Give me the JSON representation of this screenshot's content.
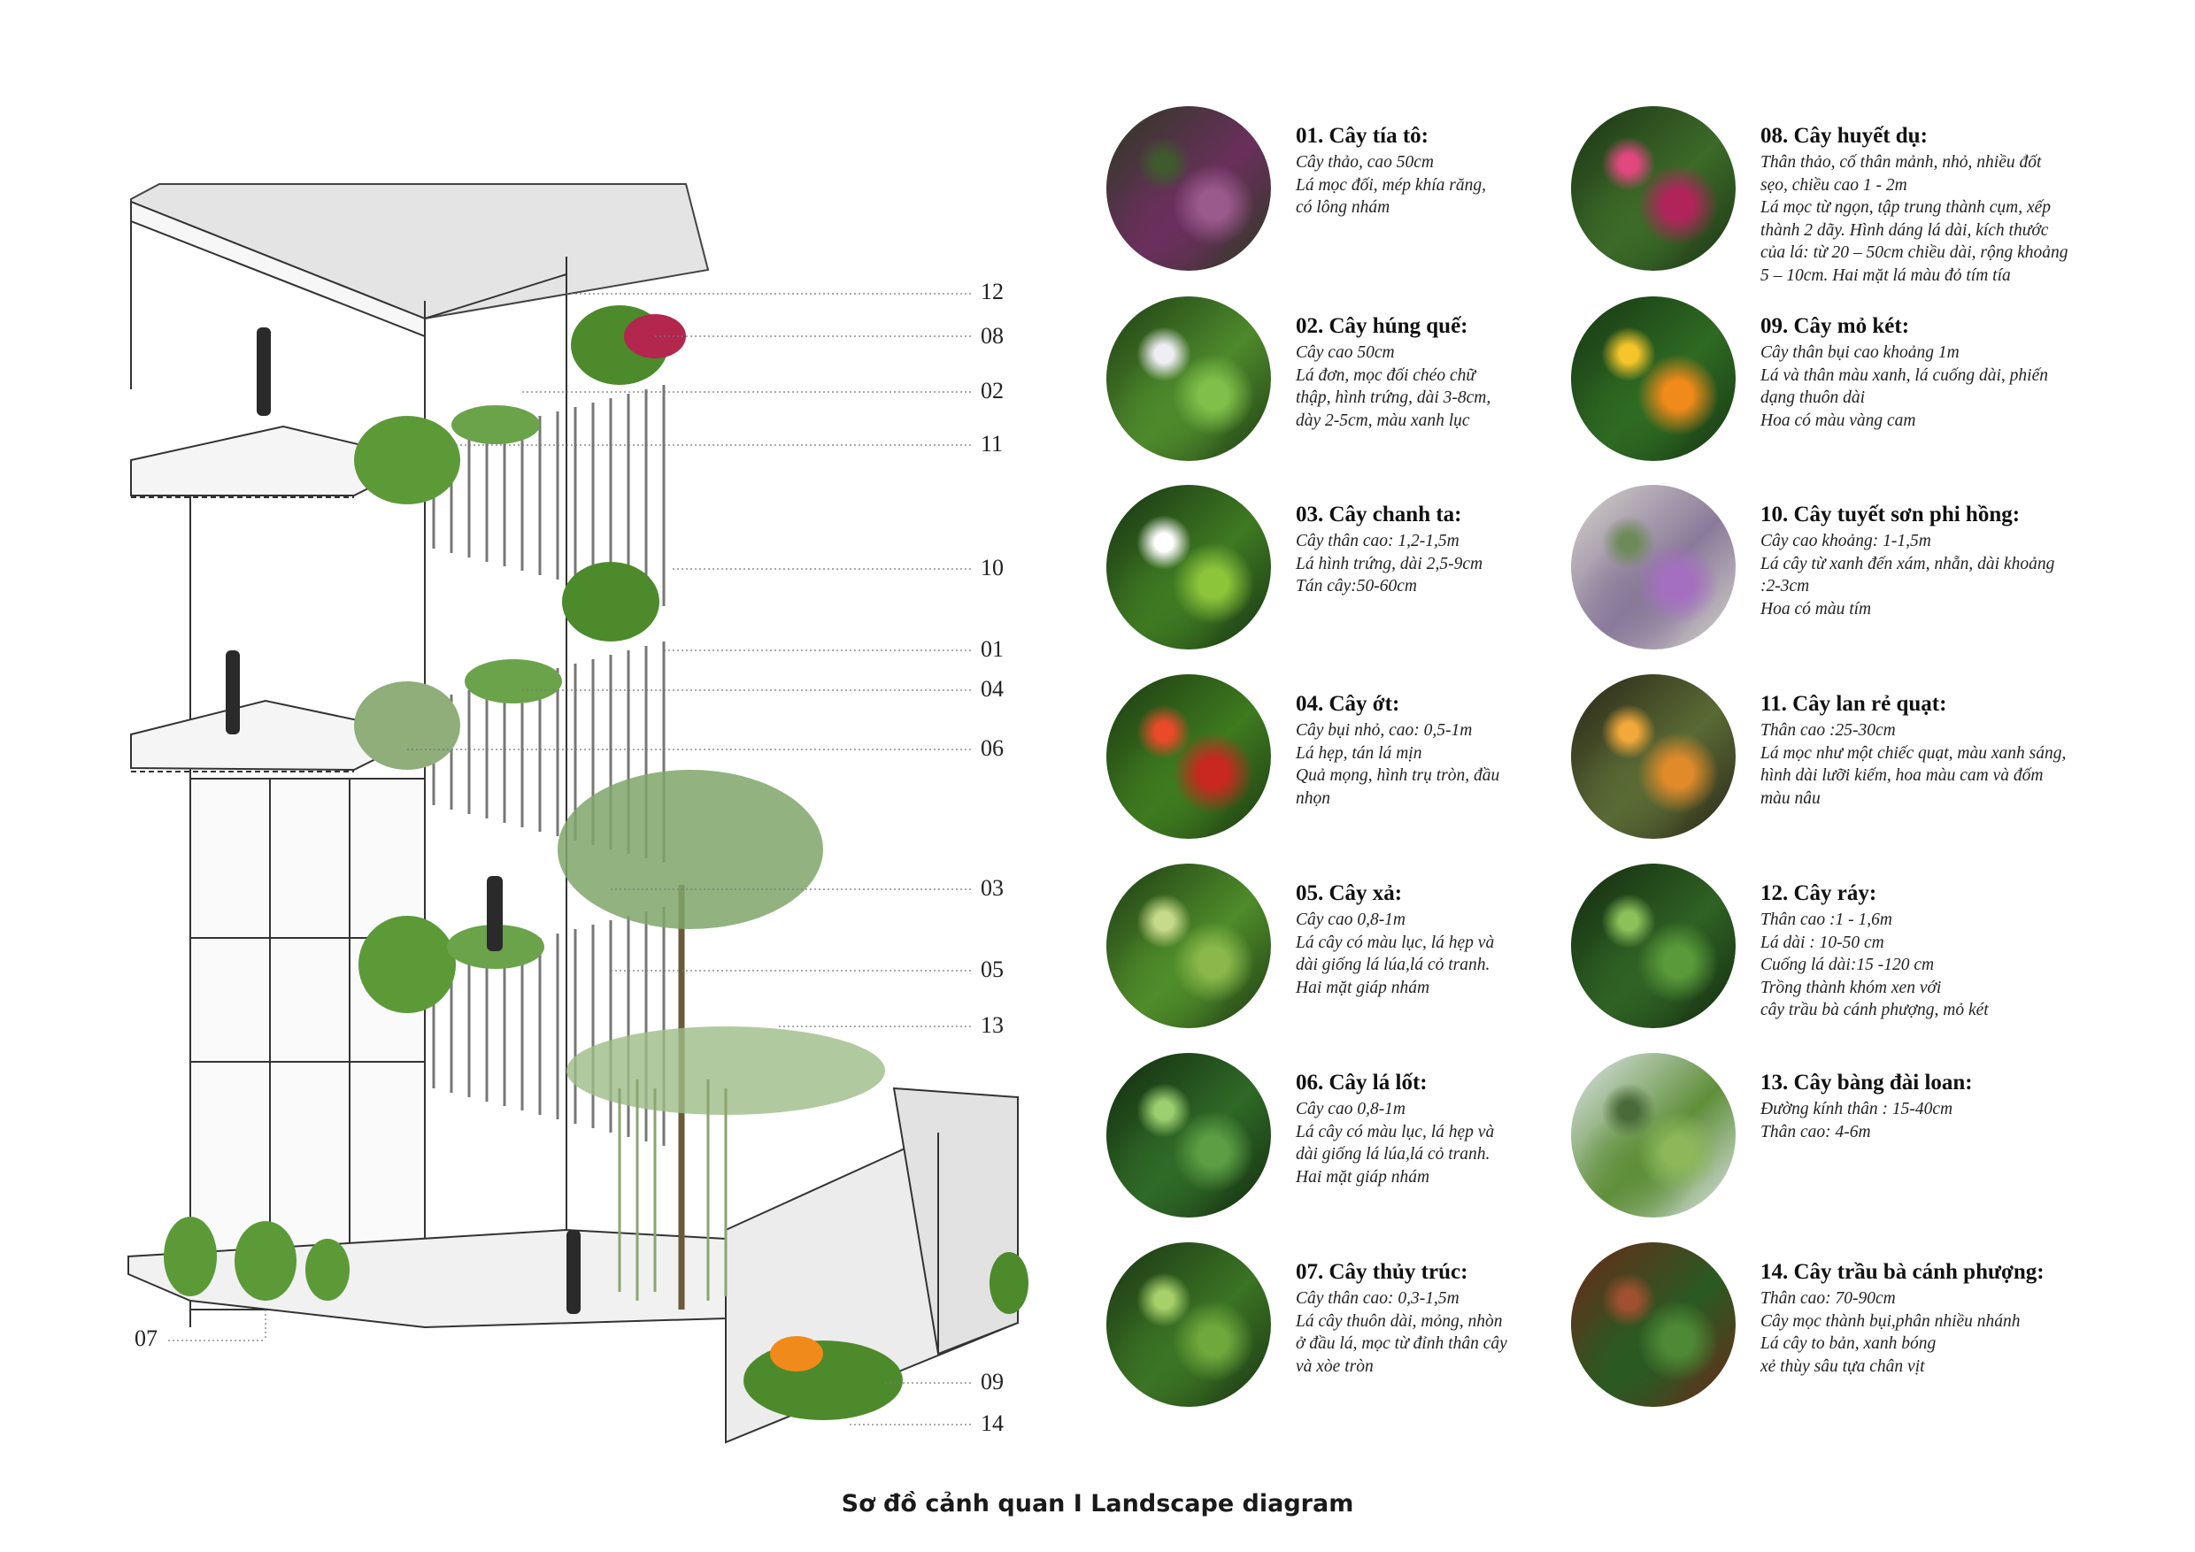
{
  "callouts": [
    "12",
    "08",
    "02",
    "11",
    "10",
    "01",
    "04",
    "06",
    "03",
    "05",
    "13",
    "07",
    "09",
    "14"
  ],
  "plants": [
    {
      "title": "01. Cây tía tô:",
      "lines": [
        "Cây thảo, cao 50cm",
        "Lá mọc đối, mép khía răng,",
        "có lông nhám"
      ],
      "photo": "purple-perilla",
      "colors": [
        "#2e3a24",
        "#6a2f5c",
        "#9a5a8c",
        "#3f5a2e"
      ]
    },
    {
      "title": "02. Cây húng quế:",
      "lines": [
        "Cây cao 50cm",
        "Lá đơn, mọc đối chéo chữ",
        "thập, hình trứng, dài 3-8cm,",
        "dày 2-5cm, màu xanh lục"
      ],
      "photo": "basil",
      "colors": [
        "#1f3d14",
        "#4e8a2c",
        "#7fbf4a",
        "#f0eef5"
      ]
    },
    {
      "title": "03. Cây chanh ta:",
      "lines": [
        "Cây thân cao: 1,2-1,5m",
        "Lá hình trứng, dài 2,5-9cm",
        "Tán cây:50-60cm"
      ],
      "photo": "lime",
      "colors": [
        "#173313",
        "#3f7a22",
        "#8cc43a",
        "#ffffff"
      ]
    },
    {
      "title": "04. Cây ớt:",
      "lines": [
        "Cây bụi nhỏ, cao: 0,5-1m",
        "Lá hẹp, tán lá mịn",
        "Quả mọng, hình trụ tròn, đầu",
        "nhọn"
      ],
      "photo": "chili",
      "colors": [
        "#1c3a12",
        "#3e7a1f",
        "#c8281e",
        "#e84a2a"
      ]
    },
    {
      "title": "05. Cây xả:",
      "lines": [
        "Cây cao 0,8-1m",
        "Lá cây có màu lục, lá hẹp và",
        "dài giống lá lúa,lá cỏ tranh.",
        "Hai mặt giáp nhám"
      ],
      "photo": "lemongrass",
      "colors": [
        "#1e3b14",
        "#4f8c2a",
        "#8ab84a",
        "#c7d98a"
      ]
    },
    {
      "title": "06. Cây lá lốt:",
      "lines": [
        "Cây cao 0,8-1m",
        "Lá cây có màu lục, lá hẹp và",
        "dài giống lá lúa,lá cỏ tranh.",
        "Hai mặt giáp nhám"
      ],
      "photo": "piper-lolot",
      "colors": [
        "#132a10",
        "#2f6a26",
        "#5d9e45",
        "#9ccf70"
      ]
    },
    {
      "title": "07. Cây thủy trúc:",
      "lines": [
        "Cây thân cao: 0,3-1,5m",
        "Lá cây thuôn dài, mỏng, nhòn",
        "ở đầu lá, mọc từ đỉnh thân cây",
        "và xòe tròn"
      ],
      "photo": "umbrella-papyrus",
      "colors": [
        "#1b3414",
        "#3b7424",
        "#6fa83c",
        "#a6d06a"
      ]
    },
    {
      "title": "08. Cây huyết dụ:",
      "lines": [
        "Thân thảo, cố thân mảnh, nhỏ, nhiều đốt",
        "sẹo, chiều cao  1 - 2m",
        "Lá mọc từ ngọn, tập trung thành cụm, xếp",
        "thành 2 dãy. Hình dáng lá dài, kích thước",
        "của lá: từ 20 – 50cm chiều dài, rộng khoảng",
        "5 – 10cm. Hai mặt lá màu đỏ tím tía"
      ],
      "photo": "cordyline",
      "colors": [
        "#1c3416",
        "#3c6a28",
        "#b0245a",
        "#e0487e"
      ]
    },
    {
      "title": "09. Cây mỏ két:",
      "lines": [
        "Cây thân bụi cao khoảng 1m",
        "Lá và thân màu xanh, lá cuống dài, phiến",
        "dạng thuôn dài",
        "Hoa có màu vàng cam"
      ],
      "photo": "heliconia",
      "colors": [
        "#173614",
        "#2e6a22",
        "#f08a1a",
        "#f6c52a"
      ]
    },
    {
      "title": "10. Cây tuyết sơn phi hồng:",
      "lines": [
        "Cây cao khoảng: 1-1,5m",
        "Lá cây từ xanh đến xám, nhẵn, dài khoảng",
        ":2-3cm",
        "Hoa có màu tím"
      ],
      "photo": "leucophyllum",
      "colors": [
        "#d6d4cc",
        "#8a7a9a",
        "#a56fc0",
        "#6f8a5a"
      ]
    },
    {
      "title": "11. Cây lan rẻ quạt:",
      "lines": [
        "Thân cao :25-30cm",
        "Lá mọc như một chiếc quạt, màu xanh sáng,",
        "hình dài lưỡi kiếm, hoa màu cam và đốm",
        "màu nâu"
      ],
      "photo": "blackberry-lily",
      "colors": [
        "#2a2618",
        "#5a6a34",
        "#e08a2a",
        "#f2a83a"
      ]
    },
    {
      "title": "12. Cây ráy:",
      "lines": [
        "Thân cao :1 - 1,6m",
        "Lá dài : 10-50 cm",
        "Cuống lá dài:15 -120 cm",
        "Trồng thành khóm xen với",
        "cây trầu bà cánh phượng, mỏ két"
      ],
      "photo": "alocasia",
      "colors": [
        "#142a10",
        "#2f6224",
        "#5a9a3a",
        "#8cc05a"
      ]
    },
    {
      "title": "13. Cây bàng đài loan:",
      "lines": [
        "Đường kính thân : 15-40cm",
        "Thân cao: 4-6m"
      ],
      "photo": "terminalia",
      "colors": [
        "#dfe6ea",
        "#5f8f3a",
        "#8cb85a",
        "#4a6a3a"
      ]
    },
    {
      "title": "14. Cây trầu bà cánh phượng:",
      "lines": [
        "Thân cao: 70-90cm",
        "Cây mọc thành bụi,phân nhiều nhánh",
        "Lá cây to bản, xanh bóng",
        "xẻ thùy sâu tựa chân vịt"
      ],
      "photo": "philodendron",
      "colors": [
        "#6a2a1a",
        "#2a5a22",
        "#4e8a36",
        "#a05030"
      ]
    }
  ],
  "footer": "Sơ đồ cảnh quan  I  Landscape diagram"
}
